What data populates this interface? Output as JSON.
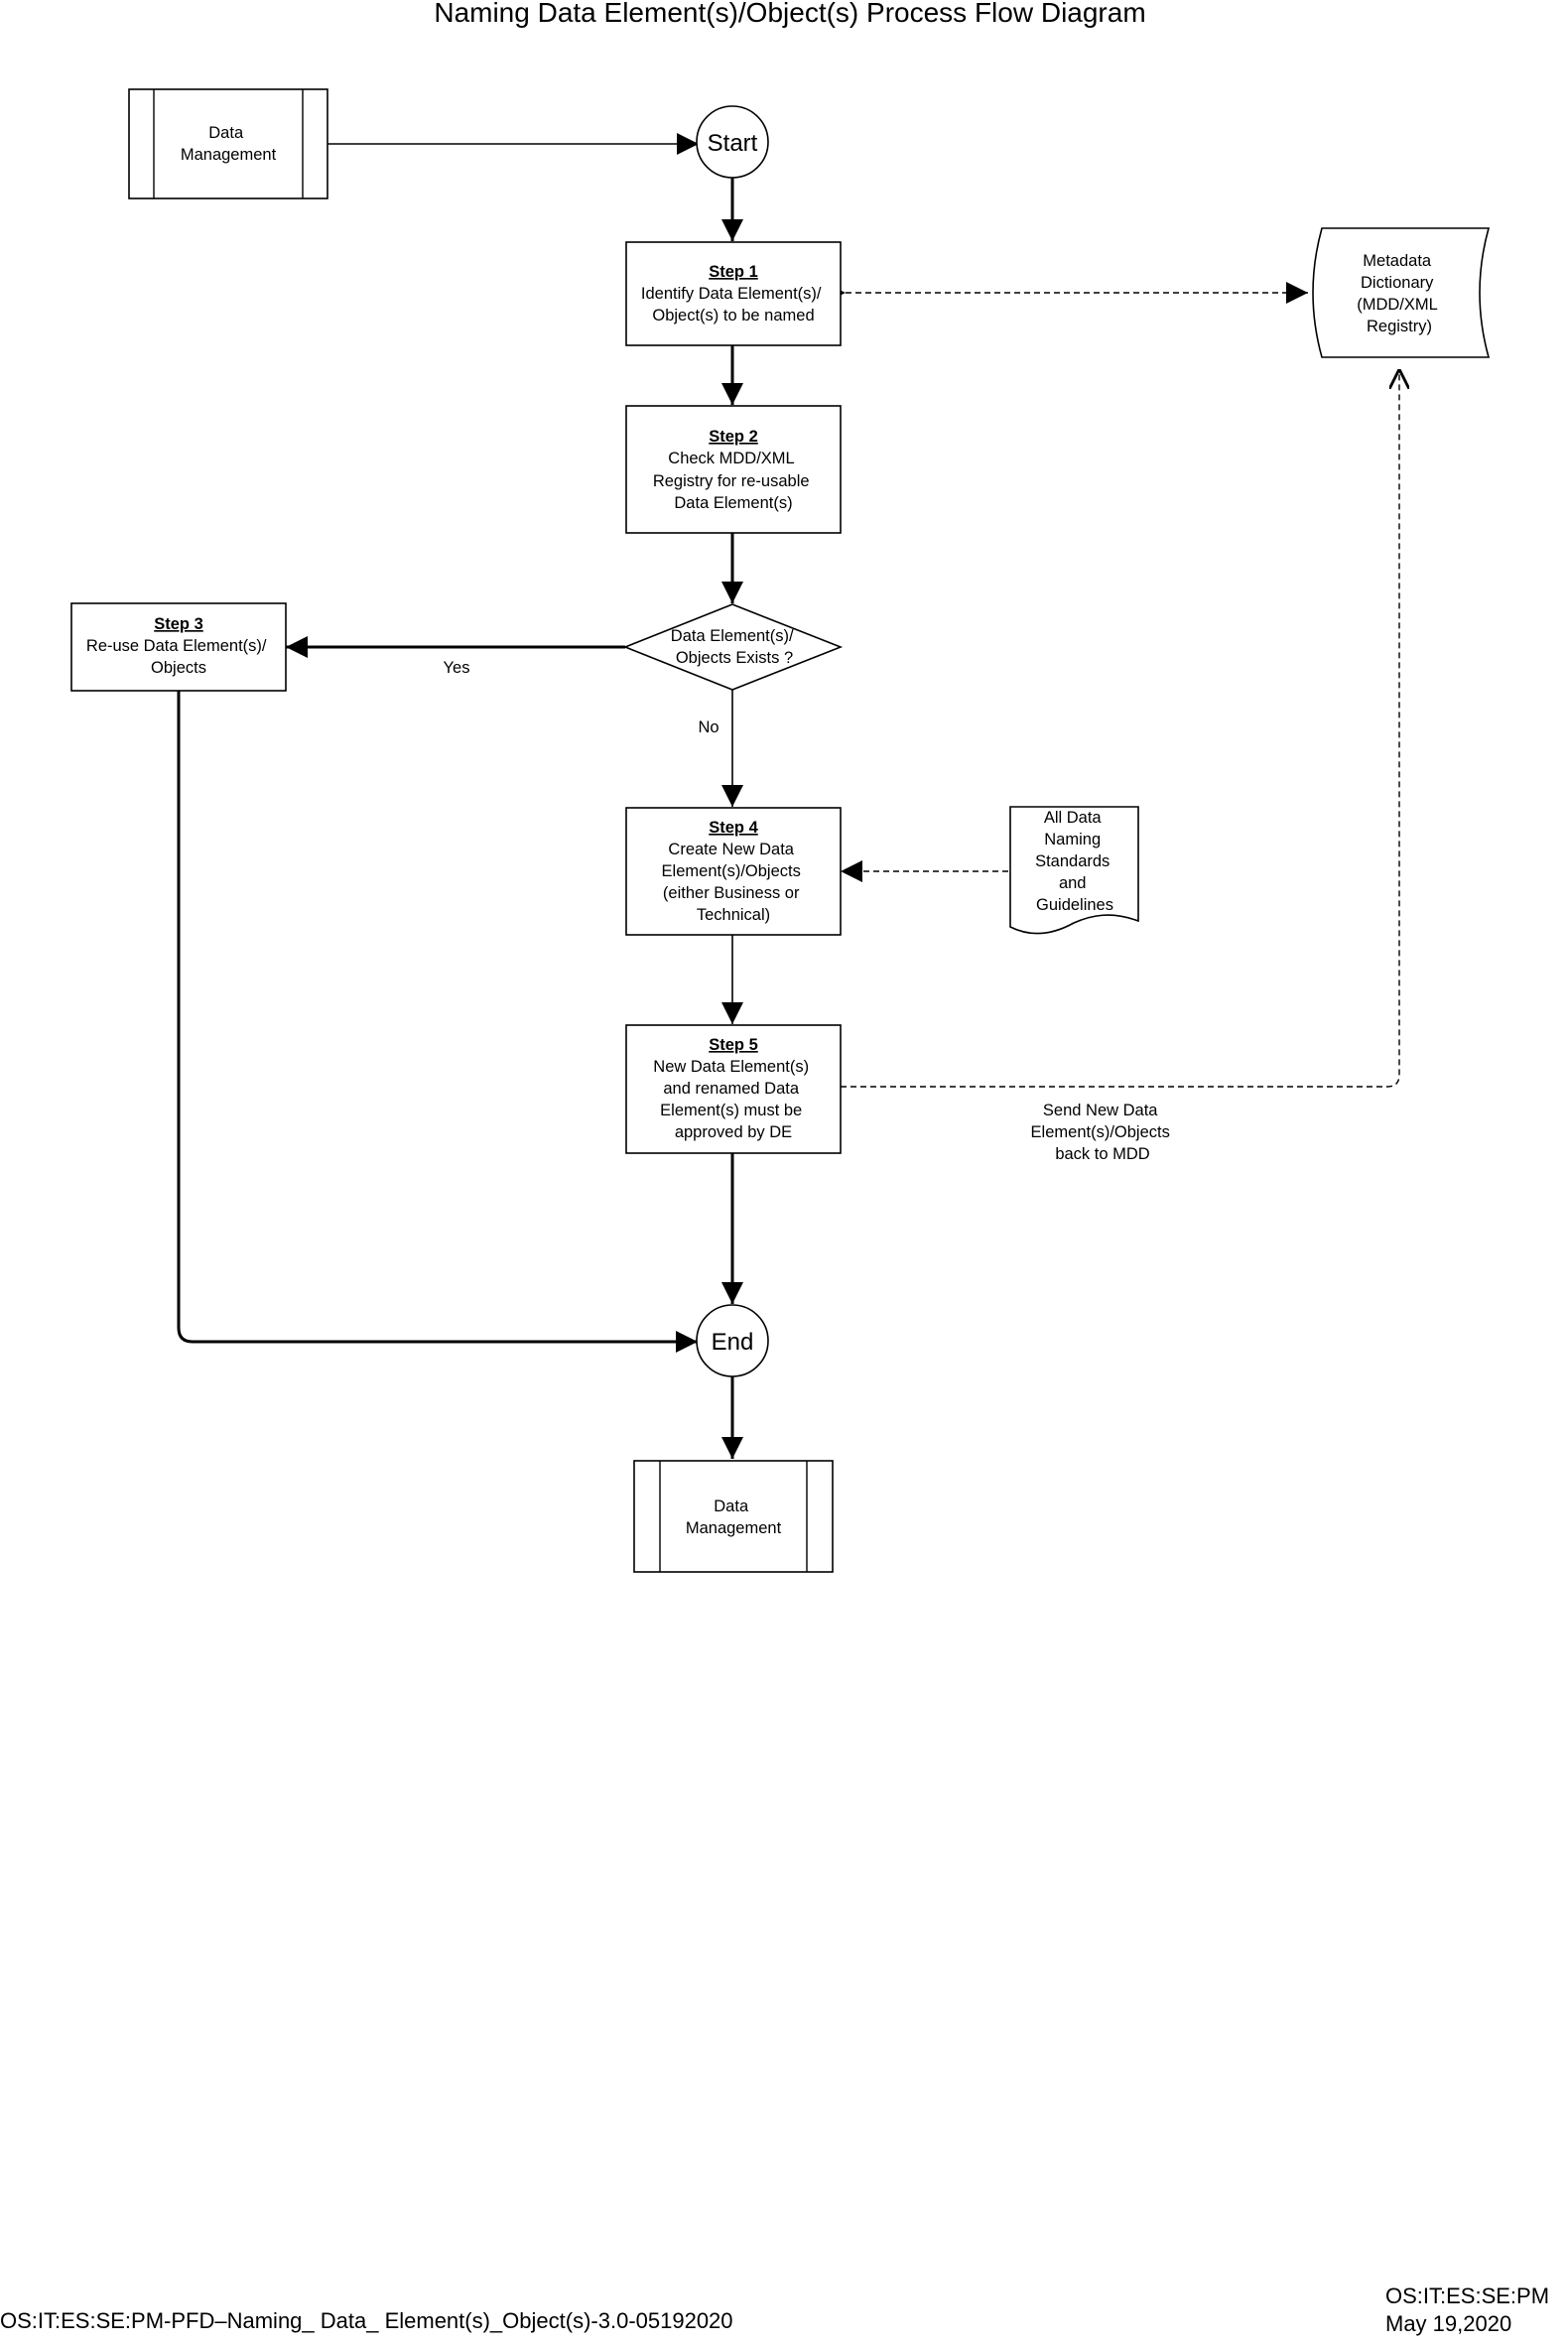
{
  "title": "Naming Data Element(s)/Object(s) Process Flow Diagram",
  "nodes": {
    "dm_top": [
      "Data",
      "Management"
    ],
    "start": "Start",
    "step1": {
      "heading": "Step 1",
      "lines": [
        "Identify Data Element(s)/",
        "Object(s)  to be named"
      ]
    },
    "step2": {
      "heading": "Step 2",
      "lines": [
        "Check MDD/XML",
        "Registry for re-usable",
        "Data Element(s)"
      ]
    },
    "decision": [
      "Data Element(s)/",
      "Objects  Exists ?"
    ],
    "step3": {
      "heading": "Step 3",
      "lines": [
        "Re-use Data Element(s)/",
        "Objects"
      ]
    },
    "step4": {
      "heading": "Step 4",
      "lines": [
        "Create New Data",
        "Element(s)/Objects",
        "(either Business or",
        "Technical)"
      ]
    },
    "step5": {
      "heading": "Step 5",
      "lines": [
        "New Data Element(s)",
        "and renamed Data",
        "Element(s) must be",
        "approved by DE"
      ]
    },
    "metadata": [
      "Metadata",
      "Dictionary",
      "(MDD/XML",
      "Registry)"
    ],
    "standards": [
      "All Data",
      "Naming",
      "Standards",
      "and",
      "Guidelines"
    ],
    "end": "End",
    "dm_bottom": [
      "Data",
      "Management"
    ]
  },
  "edge_labels": {
    "yes": "Yes",
    "no": "No",
    "send": [
      "Send New Data",
      "Element(s)/Objects",
      "back to MDD"
    ]
  },
  "footer": {
    "left": "OS:IT:ES:SE:PM-PFD–Naming_ Data_ Element(s)_Object(s)-3.0-05192020",
    "right_line1": "OS:IT:ES:SE:PM",
    "right_line2": "May 19,2020"
  }
}
